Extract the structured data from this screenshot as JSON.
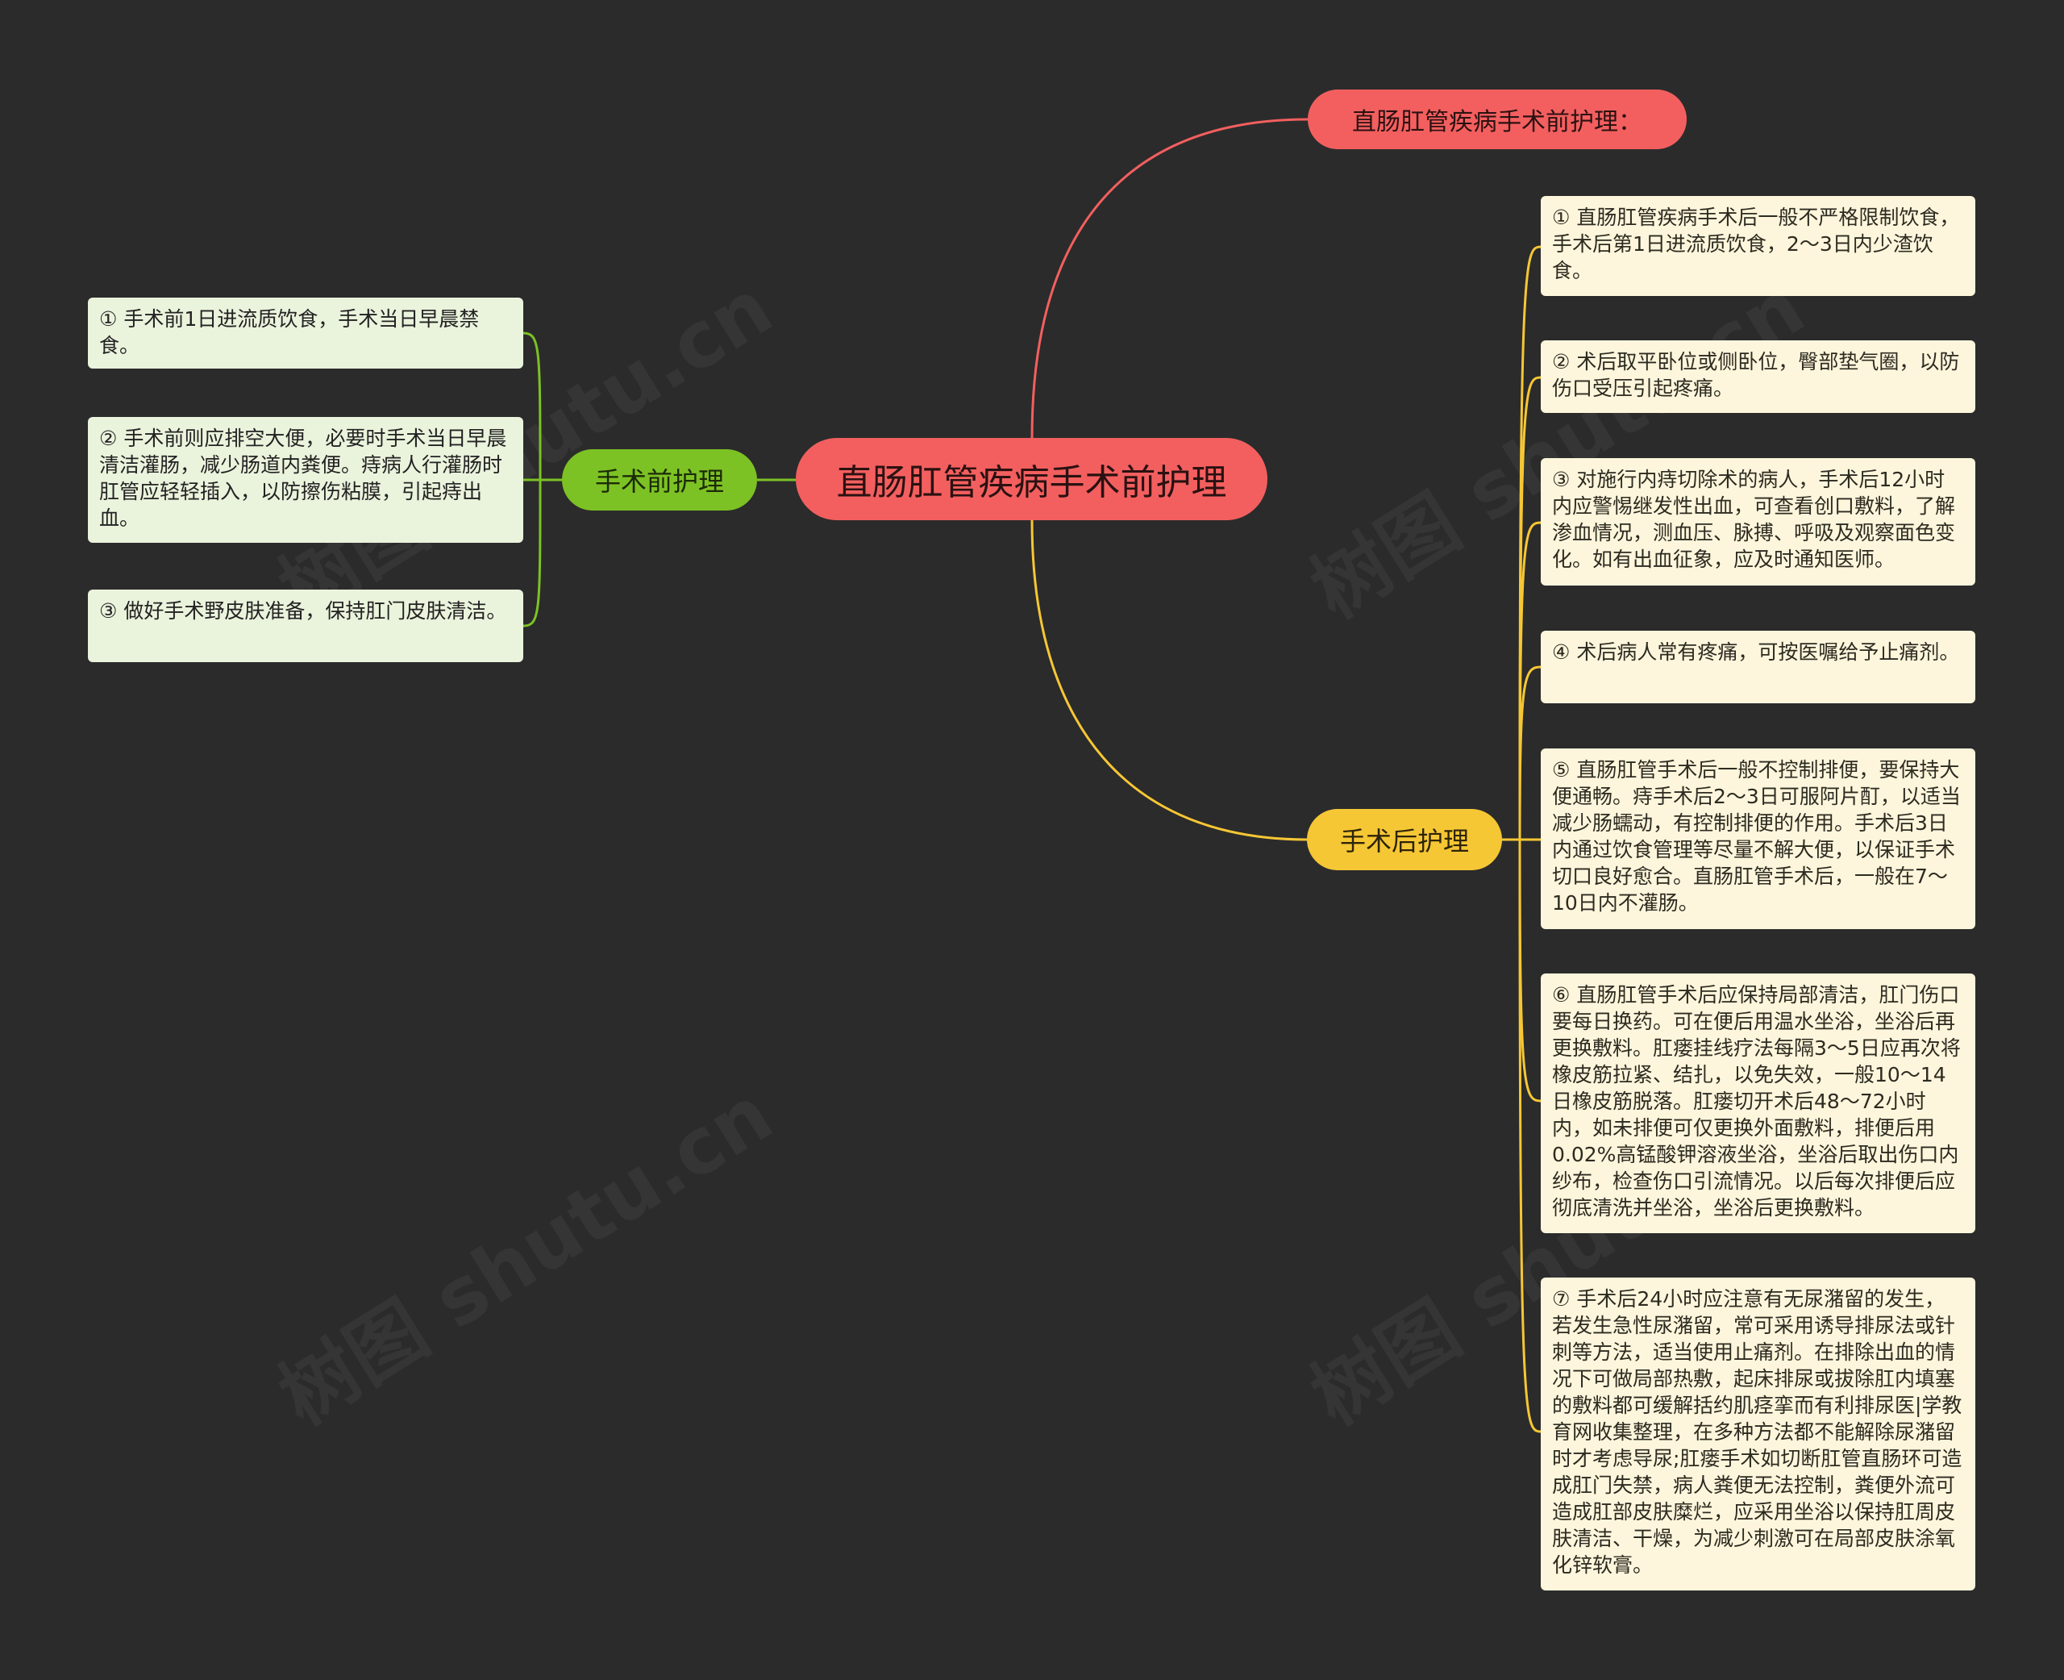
{
  "root": {
    "label": "直肠肛管疾病手术前护理"
  },
  "branches": {
    "title": {
      "label": "直肠肛管疾病手术前护理：",
      "color": "#f35f5f"
    },
    "pre": {
      "label": "手术前护理",
      "color": "#7cc224",
      "items": [
        "① 手术前1日进流质饮食，手术当日早晨禁食。",
        "② 手术前则应排空大便，必要时手术当日早晨清洁灌肠，减少肠道内粪便。痔病人行灌肠时肛管应轻轻插入，以防擦伤粘膜，引起痔出血。",
        "③ 做好手术野皮肤准备，保持肛门皮肤清洁。"
      ]
    },
    "post": {
      "label": "手术后护理",
      "color": "#f6c735",
      "items": [
        "① 直肠肛管疾病手术后一般不严格限制饮食，手术后第1日进流质饮食，2～3日内少渣饮食。",
        "② 术后取平卧位或侧卧位，臀部垫气圈，以防伤口受压引起疼痛。",
        "③ 对施行内痔切除术的病人，手术后12小时内应警惕继发性出血，可查看创口敷料，了解渗血情况，测血压、脉搏、呼吸及观察面色变化。如有出血征象，应及时通知医师。",
        "④ 术后病人常有疼痛，可按医嘱给予止痛剂。",
        "⑤ 直肠肛管手术后一般不控制排便，要保持大便通畅。痔手术后2～3日可服阿片酊，以适当减少肠蠕动，有控制排便的作用。手术后3日内通过饮食管理等尽量不解大便，以保证手术切口良好愈合。直肠肛管手术后，一般在7～10日内不灌肠。",
        "⑥ 直肠肛管手术后应保持局部清洁，肛门伤口要每日换药。可在便后用温水坐浴，坐浴后再更换敷料。肛瘘挂线疗法每隔3～5日应再次将橡皮筋拉紧、结扎，以免失效，一般10～14日橡皮筋脱落。肛瘘切开术后48～72小时内，如未排便可仅更换外面敷料，排便后用0.02%高锰酸钾溶液坐浴，坐浴后取出伤口内纱布，检查伤口引流情况。以后每次排便后应彻底清洗并坐浴，坐浴后更换敷料。",
        "⑦ 手术后24小时应注意有无尿潴留的发生，若发生急性尿潴留，常可采用诱导排尿法或针刺等方法，适当使用止痛剂。在排除出血的情况下可做局部热敷，起床排尿或拔除肛内填塞的敷料都可缓解括约肌痉挛而有利排尿医|学教育网收集整理，在多种方法都不能解除尿潴留时才考虑导尿;肛瘘手术如切断肛管直肠环可造成肛门失禁，病人粪便无法控制，粪便外流可造成肛部皮肤糜烂，应采用坐浴以保持肛周皮肤清洁、干燥，为减少刺激可在局部皮肤涂氧化锌软膏。"
      ]
    }
  },
  "watermark": "树图 shutu.cn",
  "colors": {
    "background": "#2b2b2b",
    "root": "#f35f5f",
    "pre": "#7cc224",
    "post": "#f6c735"
  }
}
